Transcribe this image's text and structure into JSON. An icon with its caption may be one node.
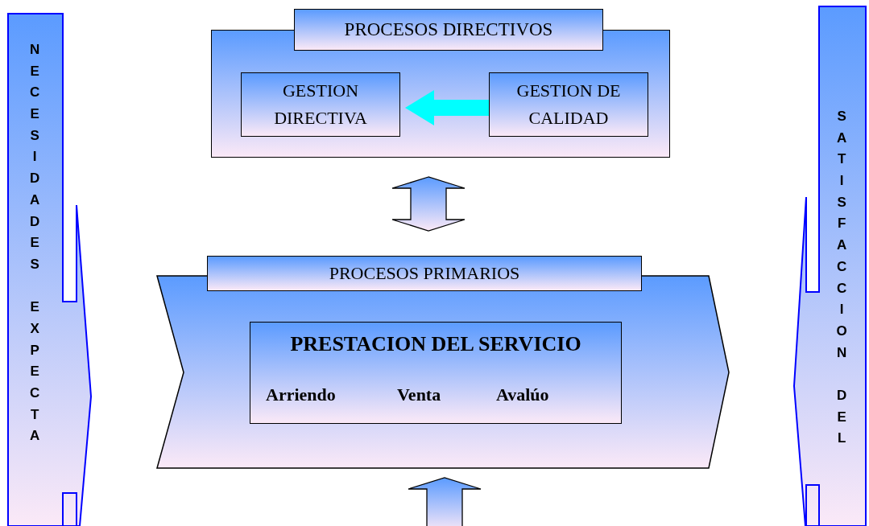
{
  "diagram": {
    "nodes": [
      {
        "text": [
          "PROCESOS DIRECTIVOS"
        ]
      },
      {
        "text": [
          "GESTION DIRECTIVA"
        ],
        "in": 0
      },
      {
        "text": [
          "GESTION DE CALIDAD"
        ],
        "in": 0
      },
      {
        "text": [
          "PROCESOS PRIMARIOS"
        ]
      },
      {
        "text": [
          "PRESTACION DEL SERVICIO",
          "Arriendo",
          "Venta",
          "Avalúo"
        ],
        "in": 3
      },
      {
        "text": [
          "NECESIDADES EXPECTA"
        ]
      },
      {
        "text": [
          "SATISFACCION DEL"
        ]
      }
    ],
    "edges": [
      {
        "from": 2,
        "to": 1,
        "arrow": "to",
        "style": "thick",
        "color": "#00ffff"
      },
      {
        "from": 0,
        "to": 3,
        "arrow": "both"
      },
      {
        "from": null,
        "to": 3,
        "arrow": "to"
      }
    ]
  }
}
